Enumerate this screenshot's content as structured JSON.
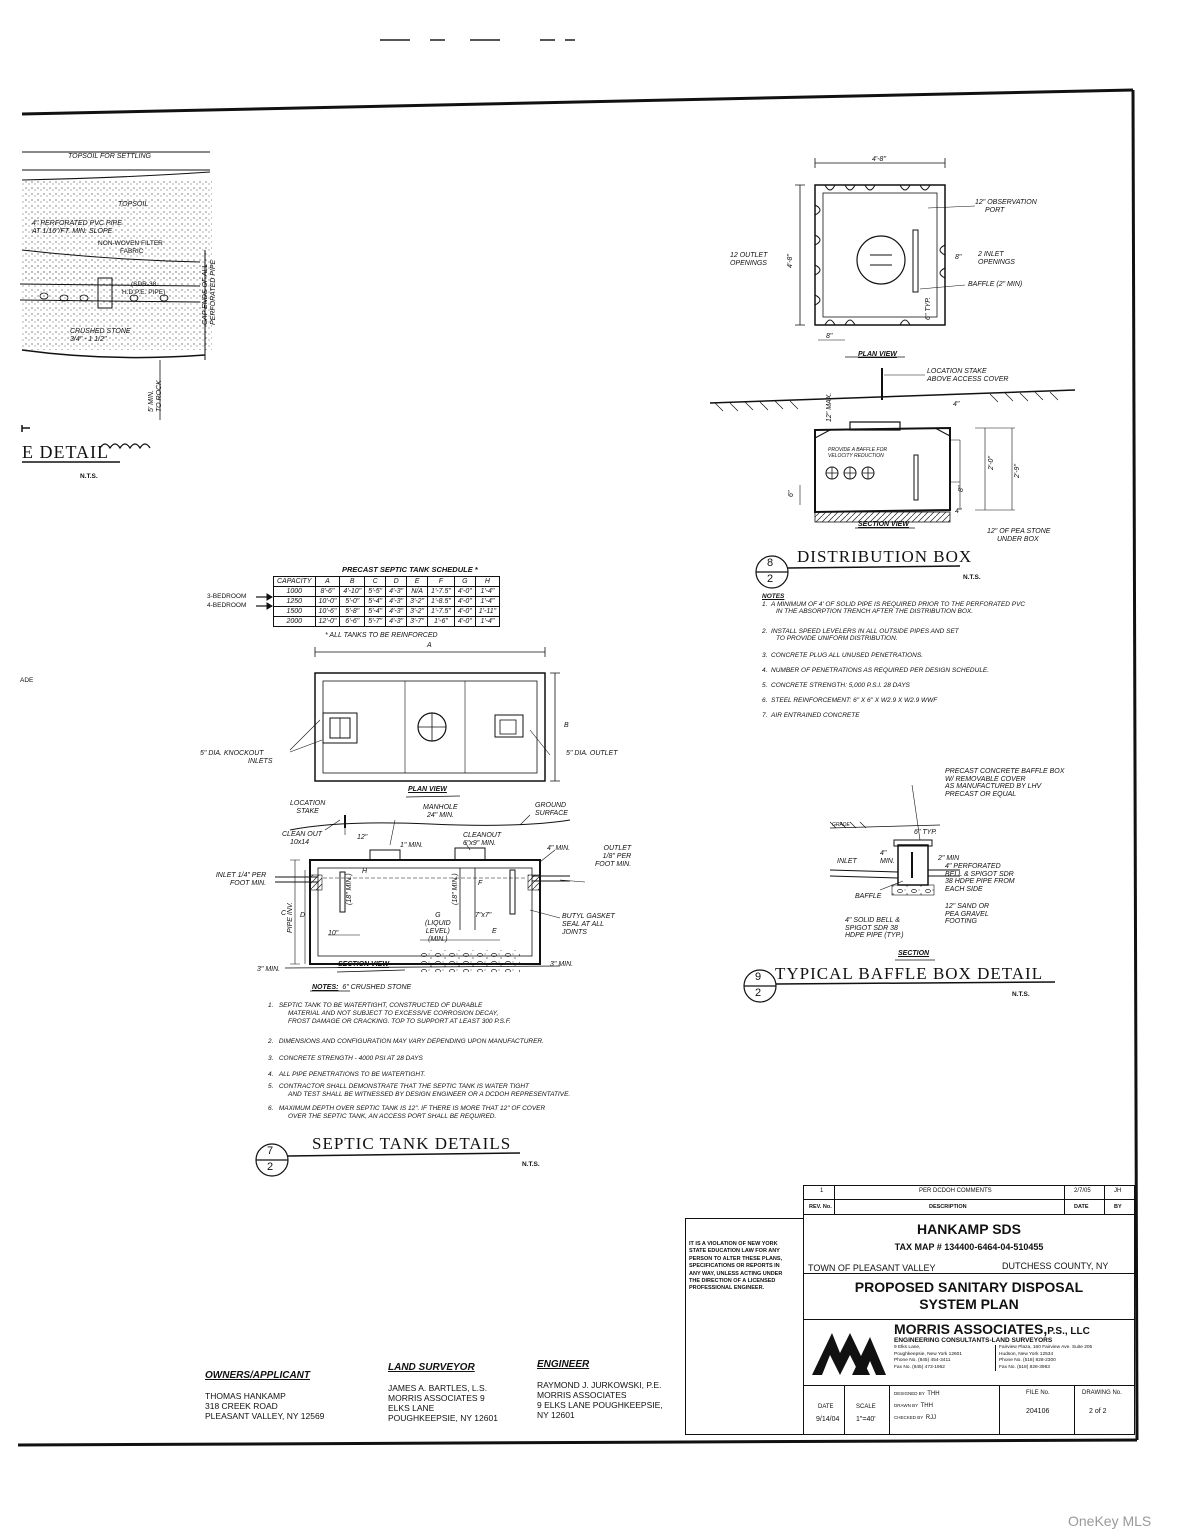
{
  "drainage_detail": {
    "topsoil_settling": "TOPSOIL FOR SETTLING",
    "topsoil": "TOPSOIL",
    "perforated_pipe": [
      "4\" PERFORATED PVC PIPE",
      "AT 1/16\"/FT. MIN. SLOPE"
    ],
    "filter_fabric": [
      "NON-WOVEN FILTER",
      "FABRIC"
    ],
    "sdr_pipe": [
      "(SDR-38",
      "H.D.P.E. PIPE)"
    ],
    "cap_ends": [
      "CAP ENDS OF ALL",
      "PERFORATED PIPE"
    ],
    "crushed_stone": [
      "CRUSHED STONE",
      "3/4\" - 1 1/2\""
    ],
    "to_rock": [
      "5' MIN.",
      "TO ROCK"
    ],
    "title": "E DETAIL",
    "nts": "N.T.S."
  },
  "distribution_box": {
    "dim_width": "4'-8\"",
    "dim_height": "4'-8\"",
    "observation_port": [
      "12\" OBSERVATION",
      "PORT"
    ],
    "outlet_openings": [
      "12 OUTLET",
      "OPENINGS"
    ],
    "inlet_openings": [
      "2 INLET",
      "OPENINGS"
    ],
    "baffle": "BAFFLE (2\" MIN)",
    "dim_8": "8\"",
    "dim_6typ": "6\" TYP.",
    "plan_view": "PLAN VIEW",
    "location_stake": [
      "LOCATION STAKE",
      "ABOVE ACCESS COVER"
    ],
    "max12": "12\" MAX.",
    "dim_4": "4\"",
    "dim_2_0": "2'-0\"",
    "dim_2_9": "2'-9\"",
    "baffle_note": [
      "PROVIDE A BAFFLE FOR",
      "VELOCITY REDUCTION"
    ],
    "dim_6": "6\"",
    "section_view": "SECTION VIEW",
    "pea_stone": [
      "12\" OF PEA STONE",
      "UNDER BOX"
    ],
    "detail_number": "8",
    "sheet_number": "2",
    "title": "DISTRIBUTION BOX",
    "nts": "N.T.S.",
    "notes_heading": "NOTES",
    "notes": [
      [
        "1.",
        "A MINIMUM OF 4' OF SOLID PIPE IS REQUIRED PRIOR TO THE PERFORATED PVC",
        "IN THE ABSORPTION TRENCH AFTER THE DISTRIBUTION BOX."
      ],
      [
        "2.",
        "INSTALL SPEED LEVELERS IN ALL OUTSIDE PIPES AND SET",
        "TO PROVIDE UNIFORM DISTRIBUTION."
      ],
      [
        "3.",
        "CONCRETE PLUG ALL UNUSED PENETRATIONS.",
        ""
      ],
      [
        "4.",
        "NUMBER OF PENETRATIONS AS REQUIRED PER DESIGN SCHEDULE.",
        ""
      ],
      [
        "5.",
        "CONCRETE STRENGTH: 5,000 P.S.I. 28 DAYS",
        ""
      ],
      [
        "6.",
        "STEEL REINFORCEMENT: 6\" X 6\"  X W2.9 X W2.9 WWF",
        ""
      ],
      [
        "7.",
        "AIR ENTRAINED CONCRETE",
        ""
      ]
    ]
  },
  "baffle_box": {
    "precast": [
      "PRECAST CONCRETE BAFFLE BOX",
      "W/ REMOVABLE COVER",
      "AS MANUFACTURED BY LHV",
      "PRECAST OR EQUAL"
    ],
    "grade": "GRADE",
    "typ6": "6\" TYP.",
    "min4": [
      "4\"",
      "MIN."
    ],
    "min2": "2\" MIN",
    "inlet": "INLET",
    "perforated": [
      "4\" PERFORATED",
      "BELL & SPIGOT SDR",
      "38 HDPE PIPE FROM",
      "EACH SIDE"
    ],
    "baffle": "BAFFLE",
    "sand": [
      "12\" SAND OR",
      "PEA GRAVEL",
      "FOOTING"
    ],
    "solid": [
      "4\" SOLID BELL &",
      "SPIGOT SDR 38",
      "HDPE PIPE (TYP.)"
    ],
    "section": "SECTION",
    "detail_number": "9",
    "sheet_number": "2",
    "title": "TYPICAL BAFFLE BOX DETAIL",
    "nts": "N.T.S."
  },
  "septic_schedule": {
    "title": "PRECAST SEPTIC TANK SCHEDULE *",
    "headers": [
      "CAPACITY",
      "A",
      "B",
      "C",
      "D",
      "E",
      "F",
      "G",
      "H"
    ],
    "rows": [
      [
        "1000",
        "8'-6\"",
        "4'-10\"",
        "5'-5\"",
        "4'-3\"",
        "N/A",
        "1'-7.5\"",
        "4'-0\"",
        "1'-4\""
      ],
      [
        "1250",
        "10'-0\"",
        "5'-0\"",
        "5'-4\"",
        "4'-3\"",
        "3'-2\"",
        "1'-8.5\"",
        "4'-0\"",
        "1'-4\""
      ],
      [
        "1500",
        "10'-6\"",
        "5'-8\"",
        "5'-4\"",
        "4'-3\"",
        "3'-2\"",
        "1'-7.5\"",
        "4'-0\"",
        "1'-11\""
      ],
      [
        "2000",
        "12'-0\"",
        "6'-6\"",
        "5'-7\"",
        "4'-3\"",
        "3'-7\"",
        "1'-6\"",
        "4'-0\"",
        "1'-4\""
      ]
    ],
    "footnote": "* ALL TANKS TO BE REINFORCED",
    "bedroom3": "3-BEDROOM",
    "bedroom4": "4-BEDROOM"
  },
  "septic_tank": {
    "dim_a": "A",
    "dim_b": "B",
    "knockout": [
      "5\" DIA. KNOCKOUT",
      "INLETS"
    ],
    "outlet_dia": "5\" DIA. OUTLET",
    "plan_view": "PLAN VIEW",
    "location_stake": [
      "LOCATION",
      "STAKE"
    ],
    "manhole": [
      "MANHOLE",
      "24\" MIN."
    ],
    "ground_surface": [
      "GROUND",
      "SURFACE"
    ],
    "clean_out": [
      "CLEAN OUT",
      "10x14"
    ],
    "dim_12": "12\"",
    "cleanout": [
      "CLEANOUT",
      "6\"x9\" MIN."
    ],
    "min1": "1\" MIN.",
    "min4": "4\" MIN.",
    "outlet": [
      "OUTLET",
      "1/8\" PER",
      "FOOT MIN."
    ],
    "inlet": [
      "INLET 1/4\" PER",
      "FOOT MIN."
    ],
    "pipe_inv": "PIPE INV.",
    "dim_c": "C",
    "dim_d": "D",
    "dim_h": "H",
    "min18a": "(18\" MIN.)",
    "min18b": "(18\" MIN.)",
    "dim_f": "F",
    "liquid": [
      "G",
      "(LIQUID",
      "LEVEL)",
      "(MIN.)"
    ],
    "dim_7x7": "7\"x7\"",
    "dim_e": "E",
    "dim_10": "10\"",
    "butyl": [
      "BUTYL GASKET",
      "SEAL AT ALL",
      "JOINTS"
    ],
    "min3a": "3\" MIN.",
    "min3b": "3\" MIN.",
    "section_view": "SECTION VIEW",
    "crushed": "6\" CRUSHED STONE",
    "notes_heading": "NOTES:",
    "notes": [
      [
        "1.",
        "SEPTIC TANK TO BE WATERTIGHT, CONSTRUCTED OF DURABLE",
        "MATERIAL AND NOT SUBJECT TO EXCESSIVE CORROSION DECAY,",
        "FROST DAMAGE OR CRACKING.  TOP TO SUPPORT AT LEAST  300 P.S.F."
      ],
      [
        "2.",
        "DIMENSIONS AND CONFIGURATION MAY VARY DEPENDING UPON MANUFACTURER.",
        "",
        ""
      ],
      [
        "3.",
        "CONCRETE STRENGTH - 4000 PSI AT 28 DAYS",
        "",
        ""
      ],
      [
        "4.",
        "ALL PIPE PENETRATIONS TO BE WATERTIGHT.",
        "",
        ""
      ],
      [
        "5.",
        "CONTRACTOR SHALL DEMONSTRATE THAT THE SEPTIC TANK IS WATER TIGHT",
        "AND TEST SHALL BE WITNESSED BY DESIGN ENGINEER OR A DCDOH REPRESENTATIVE.",
        ""
      ],
      [
        "6.",
        "MAXIMUM DEPTH OVER SEPTIC TANK IS 12\". IF THERE IS MORE THAT 12\" OF COVER",
        "OVER THE SEPTIC TANK, AN ACCESS PORT SHALL BE REQUIRED.",
        ""
      ]
    ],
    "detail_number": "7",
    "sheet_number": "2",
    "title": "SEPTIC TANK DETAILS",
    "nts": "N.T.S."
  },
  "left_margin": "ADE",
  "revisions": {
    "row": [
      "1",
      "PER DCDOH COMMENTS",
      "2/7/05",
      "JH"
    ],
    "headers": [
      "REV. No.",
      "DESCRIPTION",
      "DATE",
      "BY"
    ]
  },
  "violation_text": [
    "IT IS A VIOLATION OF NEW YORK",
    "STATE EDUCATION LAW FOR ANY",
    "PERSON TO ALTER THESE PLANS,",
    "SPECIFICATIONS OR REPORTS IN",
    "ANY WAY, UNLESS ACTING UNDER",
    "THE DIRECTION OF A LICENSED",
    "PROFESSIONAL ENGINEER."
  ],
  "title_block": {
    "project": "HANKAMP SDS",
    "tax_map": "TAX MAP # 134400-6464-04-510455",
    "town": "TOWN OF PLEASANT VALLEY",
    "county": "DUTCHESS COUNTY, NY",
    "plan_title": [
      "PROPOSED SANITARY DISPOSAL",
      "SYSTEM PLAN"
    ],
    "firm": "MORRIS ASSOCIATES,",
    "firm_suffix": "P.S., LLC",
    "firm_sub": "ENGINEERING CONSULTANTS-LAND SURVEYORS",
    "office1": [
      "9 Elks Lane,",
      "Poughkeepsie, New York 12601",
      "Phone No. (845) 454-3411",
      "Fax No. (845) 473-1962"
    ],
    "office2": [
      "Fairview Plaza, 160 Fairview Ave. Suite 205",
      "Hudson, New York 12534",
      "Phone No. (518) 828-2300",
      "Fax No. (518) 828-3963"
    ],
    "designed_by_label": "DESIGNED BY",
    "designed_by": "THH",
    "drawn_by_label": "DRAWN BY",
    "drawn_by": "THH",
    "checked_by_label": "CHECKED BY",
    "checked_by": "RJJ",
    "date_label": "DATE",
    "date": "9/14/04",
    "scale_label": "SCALE",
    "scale": "1\"=40'",
    "file_label": "FILE No.",
    "file": "204106",
    "drawing_label": "DRAWING No.",
    "drawing": "2  of  2"
  },
  "owners": {
    "heading": "OWNERS/APPLICANT",
    "lines": [
      "THOMAS HANKAMP",
      "318 CREEK ROAD",
      "PLEASANT VALLEY, NY 12569"
    ]
  },
  "surveyor": {
    "heading": "LAND SURVEYOR",
    "lines": [
      "JAMES A. BARTLES, L.S.",
      "MORRIS ASSOCIATES 9",
      "ELKS LANE",
      "POUGHKEEPSIE, NY 12601"
    ]
  },
  "engineer": {
    "heading": "ENGINEER",
    "lines": [
      "RAYMOND J. JURKOWSKI, P.E.",
      "MORRIS ASSOCIATES",
      "9 ELKS LANE POUGHKEEPSIE,",
      "NY 12601"
    ]
  },
  "watermark": "OneKey MLS"
}
